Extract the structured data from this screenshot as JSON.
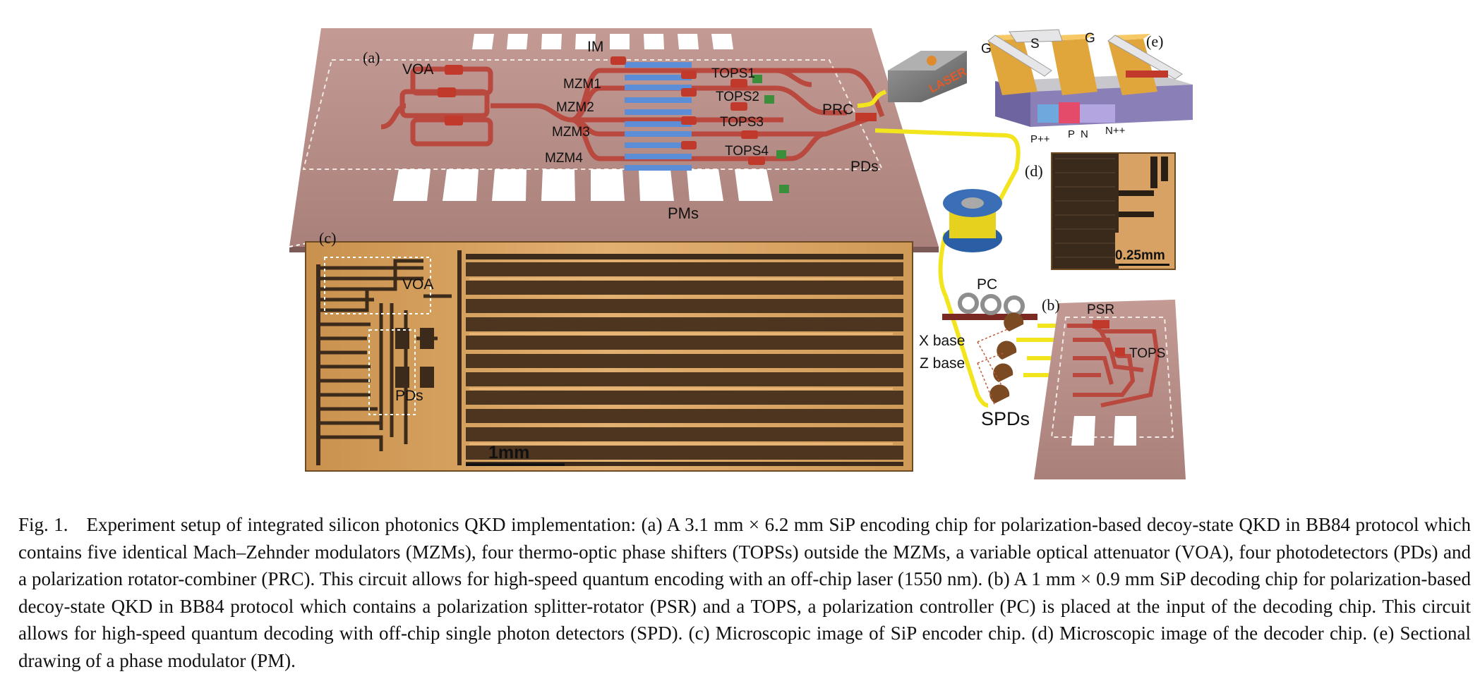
{
  "figure": {
    "panel_a": {
      "tag": "(a)",
      "labels": {
        "voa": "VOA",
        "im": "IM",
        "mzm1": "MZM1",
        "mzm2": "MZM2",
        "mzm3": "MZM3",
        "mzm4": "MZM4",
        "tops1": "TOPS1",
        "tops2": "TOPS2",
        "tops3": "TOPS3",
        "tops4": "TOPS4",
        "prc": "PRC",
        "pds": "PDs",
        "pms": "PMs"
      }
    },
    "laser": {
      "text": "LASER"
    },
    "panel_b": {
      "tag": "(b)",
      "labels": {
        "pc": "PC",
        "psr": "PSR",
        "tops": "TOPS",
        "x_base": "X base",
        "z_base": "Z base",
        "spds": "SPDs"
      }
    },
    "panel_c": {
      "tag": "(c)",
      "labels": {
        "voa": "VOA",
        "pds": "PDs"
      },
      "scale_bar": "1mm"
    },
    "panel_d": {
      "tag": "(d)",
      "scale_bar": "0.25mm"
    },
    "panel_e": {
      "tag": "(e)",
      "labels": {
        "g1": "G",
        "s": "S",
        "g2": "G",
        "ppp": "P++",
        "p": "P",
        "n": "N",
        "npp": "N++"
      }
    },
    "colors": {
      "chip_surface": "#b88c86",
      "waveguide": "#b9483e",
      "fiber": "#f2e51e",
      "micro_bg": "#d7a264",
      "micro_dark": "#3c2a1a",
      "pad": "#ffffff",
      "electrode": "#e0a63c"
    }
  },
  "caption": {
    "fig_no": "Fig. 1.",
    "text": "Experiment setup of integrated silicon photonics QKD implementation: (a) A 3.1 mm × 6.2 mm SiP encoding chip for polarization-based decoy-state QKD in BB84 protocol which contains five identical Mach–Zehnder modulators (MZMs), four thermo-optic phase shifters (TOPSs) outside the MZMs, a variable optical attenuator (VOA), four photodetectors (PDs) and a polarization rotator-combiner (PRC). This circuit allows for high-speed quantum encoding with an off-chip laser (1550 nm). (b) A 1 mm × 0.9 mm SiP decoding chip for polarization-based decoy-state QKD in BB84 protocol which contains a polarization splitter-rotator (PSR) and a TOPS, a polarization controller (PC) is placed at the input of the decoding chip. This circuit allows for high-speed quantum decoding with off-chip single photon detectors (SPD). (c) Microscopic image of SiP encoder chip. (d) Microscopic image of the decoder chip. (e) Sectional drawing of a phase modulator (PM)."
  }
}
